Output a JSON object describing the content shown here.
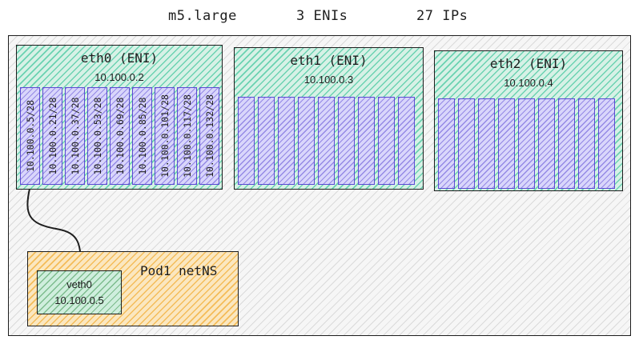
{
  "header": {
    "instance_type": "m5.large",
    "eni_count": "3 ENIs",
    "ip_count": "27 IPs"
  },
  "enis": [
    {
      "title": "eth0 (ENI)",
      "ip": "10.100.0.2",
      "slots": [
        "10.100.0.5/28",
        "10.100.0.21/28",
        "10.100.0.37/28",
        "10.100.0.53/28",
        "10.100.0.69/28",
        "10.100.0.85/28",
        "10.100.0.101/28",
        "10.100.0.117/28",
        "10.100.0.132/28"
      ]
    },
    {
      "title": "eth1 (ENI)",
      "ip": "10.100.0.3",
      "slot_count": 9
    },
    {
      "title": "eth2 (ENI)",
      "ip": "10.100.0.4",
      "slot_count": 9
    }
  ],
  "pod": {
    "title": "Pod1 netNS",
    "veth": {
      "name": "veth0",
      "ip": "10.100.0.5"
    }
  },
  "colors": {
    "instance": "#f6f6f6",
    "eni": "#12b886",
    "prefix_slot": "#5b4ad3",
    "pod": "#f08c00",
    "veth": "#2b8a3e",
    "stroke": "#1e1e1e"
  }
}
